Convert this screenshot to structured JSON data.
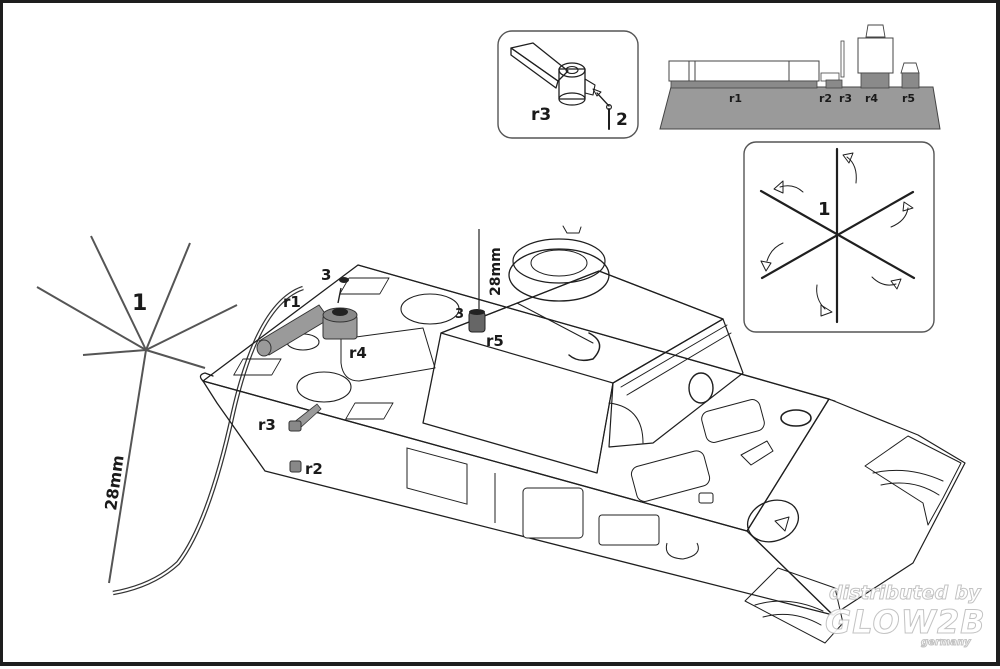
{
  "diagram": {
    "type": "assembly-instruction",
    "subject": "tank hull with turret – antenna and stowage parts"
  },
  "labels": {
    "antenna_part": "1",
    "antenna_length_left": "28mm",
    "antenna_length_turret": "28mm",
    "part_3_left": "3",
    "part_3_turret": "3",
    "r1": "r1",
    "r2": "r2",
    "r3": "r3",
    "r4": "r4",
    "r5": "r5"
  },
  "inset_bracket": {
    "part_label": "r3",
    "pin_label": "2"
  },
  "inset_resin_block": {
    "parts": [
      "r1",
      "r2",
      "r3",
      "r4",
      "r5"
    ]
  },
  "inset_star_bend": {
    "part_label": "1",
    "instruction": "bend arms in arrow directions"
  },
  "watermark": {
    "line1": "distributed by",
    "brand": "GLOW2B",
    "line2": "germany"
  },
  "colors": {
    "ink": "#1f1f1f",
    "resin_gray": "#8a8a8a",
    "inset_border": "#555555",
    "frame": "#1e1e1e"
  }
}
